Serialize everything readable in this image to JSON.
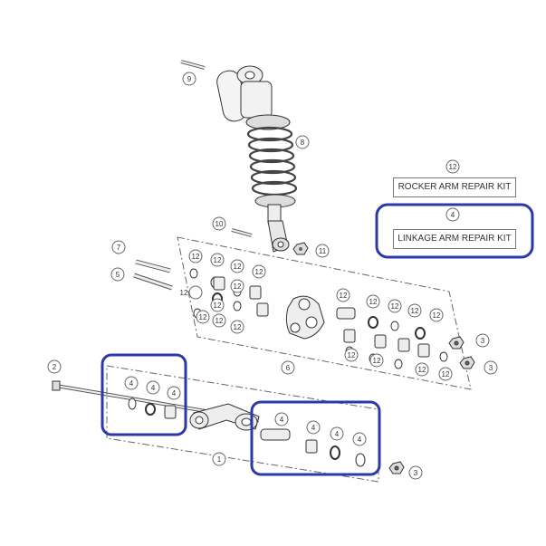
{
  "kits": {
    "rocker_arm": {
      "ref": "12",
      "label": "ROCKER ARM REPAIR KIT"
    },
    "linkage_arm": {
      "ref": "4",
      "label": "LINKAGE ARM REPAIR KIT"
    }
  },
  "callouts": {
    "n1": "1",
    "n2": "2",
    "n3a": "3",
    "n3b": "3",
    "n3c": "3",
    "n5": "5",
    "n6": "6",
    "n7": "7",
    "n8": "8",
    "n9": "9",
    "n10": "10",
    "n11": "11"
  },
  "panel_a": [
    "12",
    "12",
    "12",
    "12",
    "12",
    "12",
    "12",
    "12",
    "12",
    "12"
  ],
  "panel_b": [
    "12",
    "12",
    "12",
    "12",
    "12",
    "12",
    "12",
    "12",
    "12"
  ],
  "panel_left_4": [
    "4",
    "4",
    "4"
  ],
  "panel_right_4": [
    "4",
    "4",
    "4",
    "4"
  ],
  "highlight_color": "#2b3aa8"
}
